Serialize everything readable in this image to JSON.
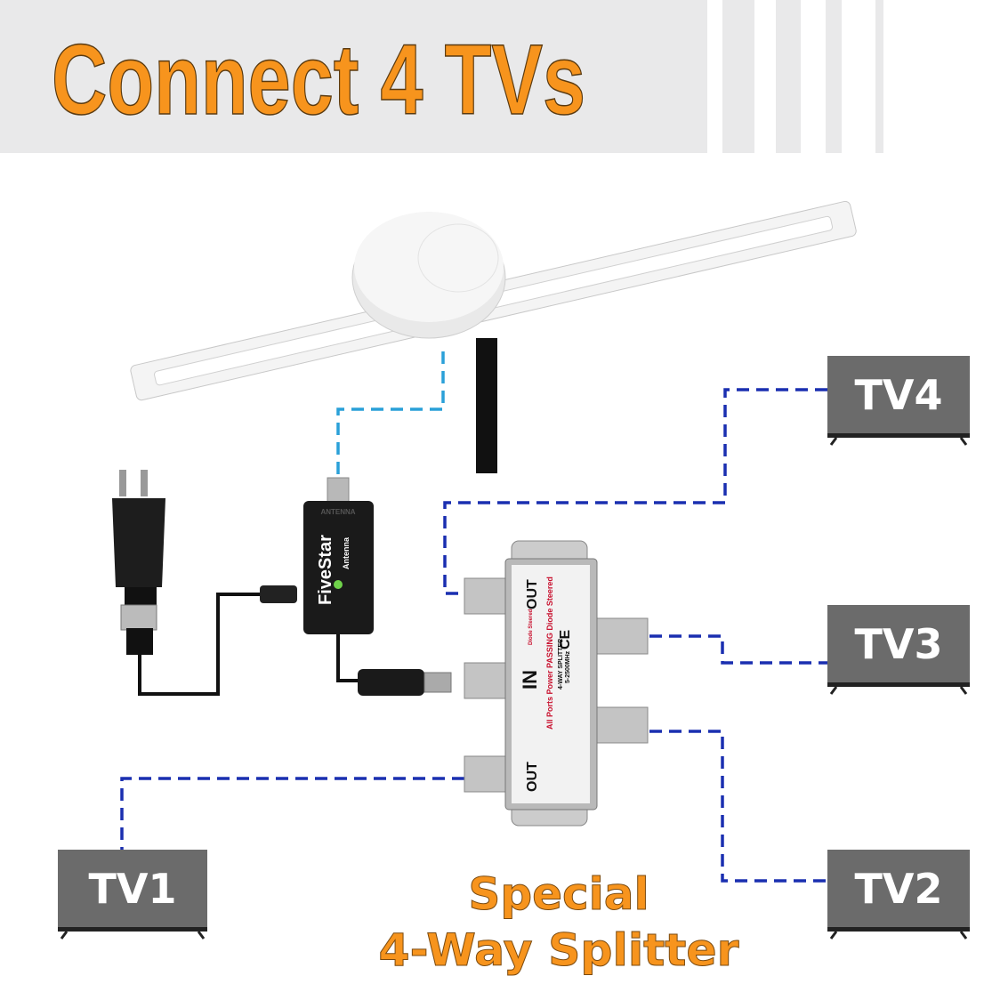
{
  "header": {
    "title": "Connect 4 TVs"
  },
  "tvs": [
    {
      "label": "TV1"
    },
    {
      "label": "TV2"
    },
    {
      "label": "TV3"
    },
    {
      "label": "TV4"
    }
  ],
  "amplifier": {
    "brand": "FiveStar",
    "sub": "Antenna",
    "port_label": "ANTENNA"
  },
  "splitter": {
    "in_label": "IN",
    "out_label": "OUT",
    "notes": [
      "All Ports Power PASSING Diode Steered",
      "4-WAY SPLITTER",
      "5-2500MHz",
      "Diode Steered",
      "CE"
    ]
  },
  "caption": {
    "line1": "Special",
    "line2": "4-Way Splitter"
  },
  "colors": {
    "accent": "#f7941d",
    "line": "#1a2fb0",
    "antenna_line": "#2aa0d8",
    "tv": "#6b6b6b"
  }
}
